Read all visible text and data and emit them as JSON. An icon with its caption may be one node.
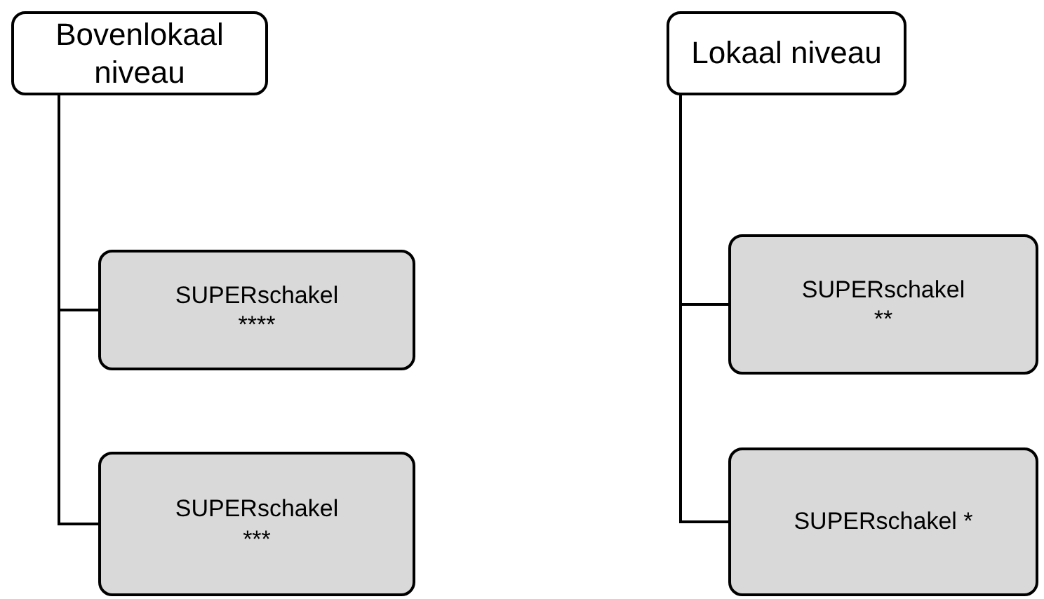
{
  "diagram": {
    "nodes": [
      {
        "text": [
          "Bovenlokaal niveau"
        ]
      },
      {
        "text": [
          "SUPERschakel ****"
        ]
      },
      {
        "text": [
          "SUPERschakel ***"
        ]
      },
      {
        "text": [
          "Lokaal niveau"
        ]
      },
      {
        "text": [
          "SUPERschakel **"
        ]
      },
      {
        "text": [
          "SUPERschakel *"
        ]
      }
    ],
    "edges": [
      {
        "from": 0,
        "to": 1,
        "arrow": "none"
      },
      {
        "from": 0,
        "to": 2,
        "arrow": "none"
      },
      {
        "from": 3,
        "to": 4,
        "arrow": "none"
      },
      {
        "from": 3,
        "to": 5,
        "arrow": "none"
      }
    ]
  }
}
